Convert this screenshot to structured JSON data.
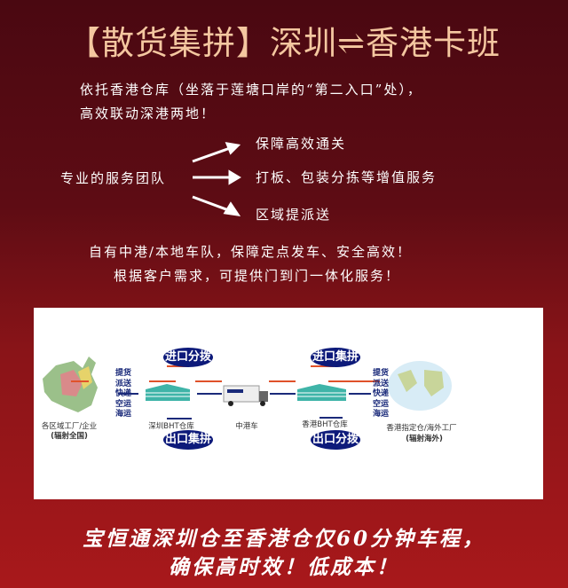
{
  "header": {
    "title": "【散货集拼】深圳⇌香港卡班"
  },
  "intro": {
    "line1": "依托香港仓库（坐落于莲塘口岸的“第二入口”处），",
    "line2": "高效联动深港两地！"
  },
  "services": {
    "label": "专业的服务团队",
    "items": [
      "保障高效通关",
      "打板、包装分拣等增值服务",
      "区域提派送"
    ]
  },
  "features": {
    "line1": "自有中港/本地车队，保障定点发车、安全高效！",
    "line2": "根据客户需求，可提供门到门一体化服务！"
  },
  "diagram": {
    "left_source": {
      "label": "各区域工厂/企业",
      "sub": "(辐射全国)"
    },
    "left_modes": [
      "提货",
      "派送",
      "快递",
      "空运",
      "海运"
    ],
    "sz_warehouse": "深圳BHT仓库",
    "truck": "中港车",
    "hk_warehouse": "香港BHT仓库",
    "right_modes": [
      "提货",
      "派送",
      "快递",
      "空运",
      "海运"
    ],
    "right_source": {
      "label": "香港指定仓/海外工厂",
      "sub": "(辐射海外)"
    },
    "pills": {
      "sz_import": "进口分拨",
      "sz_export": "出口集拼",
      "hk_import": "进口集拼",
      "hk_export": "出口分拨"
    },
    "colors": {
      "import_arrow": "#e0522a",
      "export_arrow": "#1a2a7a",
      "pill": "#0d1a7a"
    }
  },
  "footer": {
    "line1": "宝恒通深圳仓至香港仓仅60分钟车程，",
    "line2": "确保高时效！低成本！"
  }
}
